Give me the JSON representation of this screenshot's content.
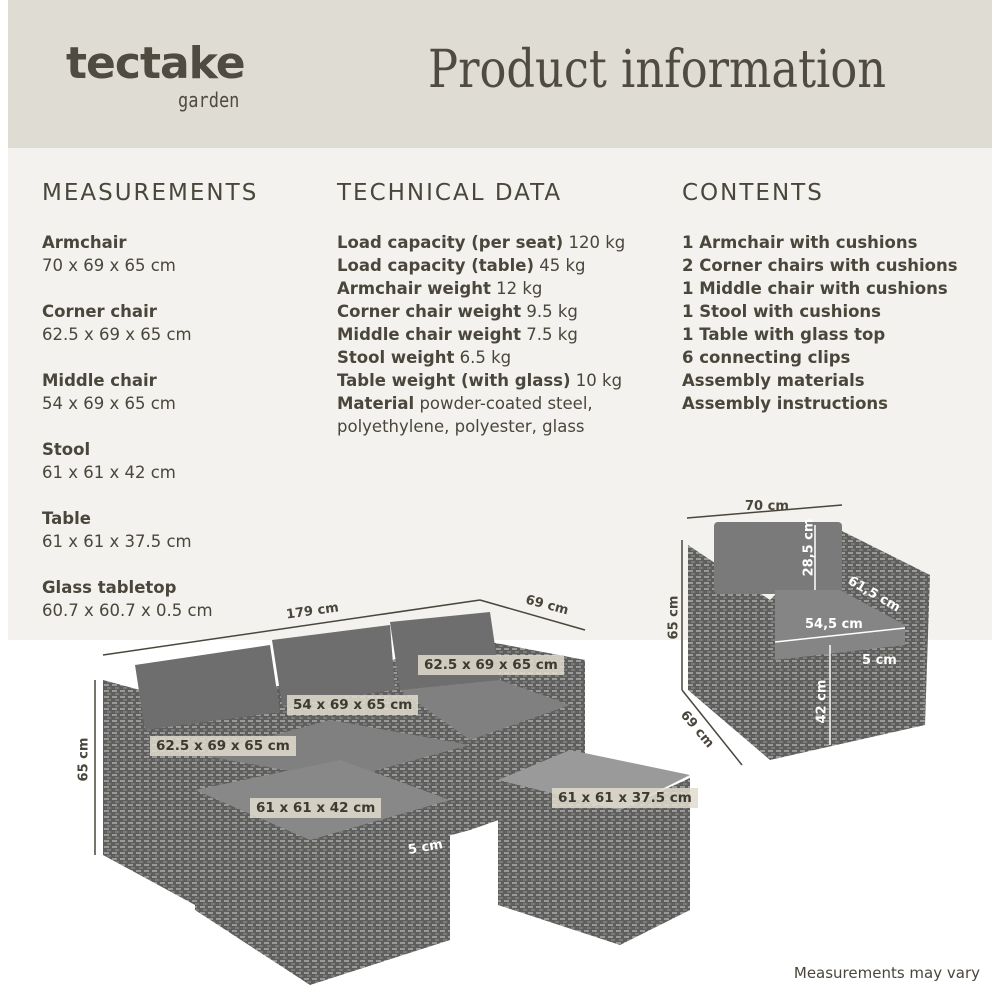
{
  "header": {
    "brand": "tectake",
    "brand_sub": "garden",
    "title": "Product information"
  },
  "measurements": {
    "heading": "MEASUREMENTS",
    "items": [
      {
        "name": "Armchair",
        "value": "70 x 69 x 65 cm"
      },
      {
        "name": "Corner chair",
        "value": "62.5 x 69 x 65 cm"
      },
      {
        "name": "Middle chair",
        "value": "54 x 69 x 65 cm"
      },
      {
        "name": "Stool",
        "value": "61 x 61 x 42 cm"
      },
      {
        "name": "Table",
        "value": "61 x 61 x 37.5 cm"
      },
      {
        "name": "Glass tabletop",
        "value": "60.7 x 60.7 x 0.5 cm"
      }
    ]
  },
  "technical": {
    "heading": "TECHNICAL DATA",
    "items": [
      {
        "label": "Load capacity (per seat)",
        "value": " 120 kg"
      },
      {
        "label": "Load capacity (table)",
        "value": " 45 kg"
      },
      {
        "label": "Armchair weight",
        "value": " 12 kg"
      },
      {
        "label": "Corner chair weight",
        "value": " 9.5 kg"
      },
      {
        "label": "Middle chair weight",
        "value": " 7.5 kg"
      },
      {
        "label": "Stool weight",
        "value": " 6.5 kg"
      },
      {
        "label": "Table weight (with glass)",
        "value": " 10 kg"
      },
      {
        "label": "Material",
        "value": " powder-coated steel,"
      }
    ],
    "material_cont": "polyethylene, polyester, glass"
  },
  "contents": {
    "heading": "CONTENTS",
    "items": [
      "1 Armchair with cushions",
      "2 Corner chairs with cushions",
      "1 Middle chair with cushions",
      "1 Stool with cushions",
      "1 Table with glass top",
      "6 connecting clips",
      "Assembly materials",
      "Assembly instructions"
    ]
  },
  "sofa_dims": {
    "width": "179 cm",
    "depth": "69 cm",
    "height": "65 cm",
    "corner_right": "62.5 x 69 x 65 cm",
    "middle": "54 x 69 x 65 cm",
    "corner_left": "62.5 x 69 x 65 cm",
    "stool": "61 x 61 x 42 cm",
    "stool_cushion": "5 cm",
    "table": "61 x 61 x 37.5 cm"
  },
  "armchair_dims": {
    "width": "70 cm",
    "height": "65 cm",
    "depth": "69 cm",
    "back": "28,5 cm",
    "seat_depth": "61,5 cm",
    "seat_width": "54,5 cm",
    "cushion": "5 cm",
    "seat_height": "42 cm"
  },
  "footer": {
    "note": "Measurements may vary"
  },
  "colors": {
    "header_bg": "#dfdcd4",
    "band_bg": "#f3f2ee",
    "text": "#4a463c",
    "rattan": "#6b6b6b",
    "cushion": "#8a8a8a"
  }
}
